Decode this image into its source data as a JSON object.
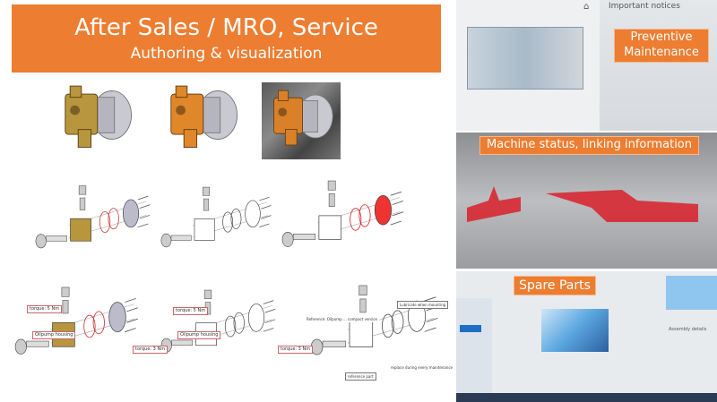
{
  "banner": {
    "title": "After Sales / MRO, Service",
    "subtitle": "Authoring & visualization"
  },
  "renders": [
    {
      "style": "shaded",
      "color": "#b8963e"
    },
    {
      "style": "shaded",
      "color": "#e0872a"
    },
    {
      "style": "on-metal-texture",
      "color": "#d98028"
    }
  ],
  "illustrations": {
    "colored": {
      "torque_top": "torque: 5 Nm",
      "housing": "Oilpump housing",
      "torque_bolts": "torque: 3 Nm"
    },
    "line": {
      "torque_top": "torque: 5 Nm",
      "housing": "Oilpump housing",
      "torque_bolts": "torque: 3 Nm"
    },
    "numbered": {
      "lubricate": "Lubricate when mounting",
      "reference_note": "Reference: Oilpump ... compact version",
      "replace": "replace during every maintenance",
      "reference_part": "reference part"
    }
  },
  "panels": {
    "preventive": {
      "label": "Preventive Maintenance",
      "notice_header": "Important notices"
    },
    "machine_status": {
      "label": "Machine status, linking information"
    },
    "spare_parts": {
      "label": "Spare Parts",
      "sidebar_heading": "Assembly details"
    }
  },
  "colors": {
    "accent": "#ed7d31",
    "highlight": "#d9202a"
  }
}
